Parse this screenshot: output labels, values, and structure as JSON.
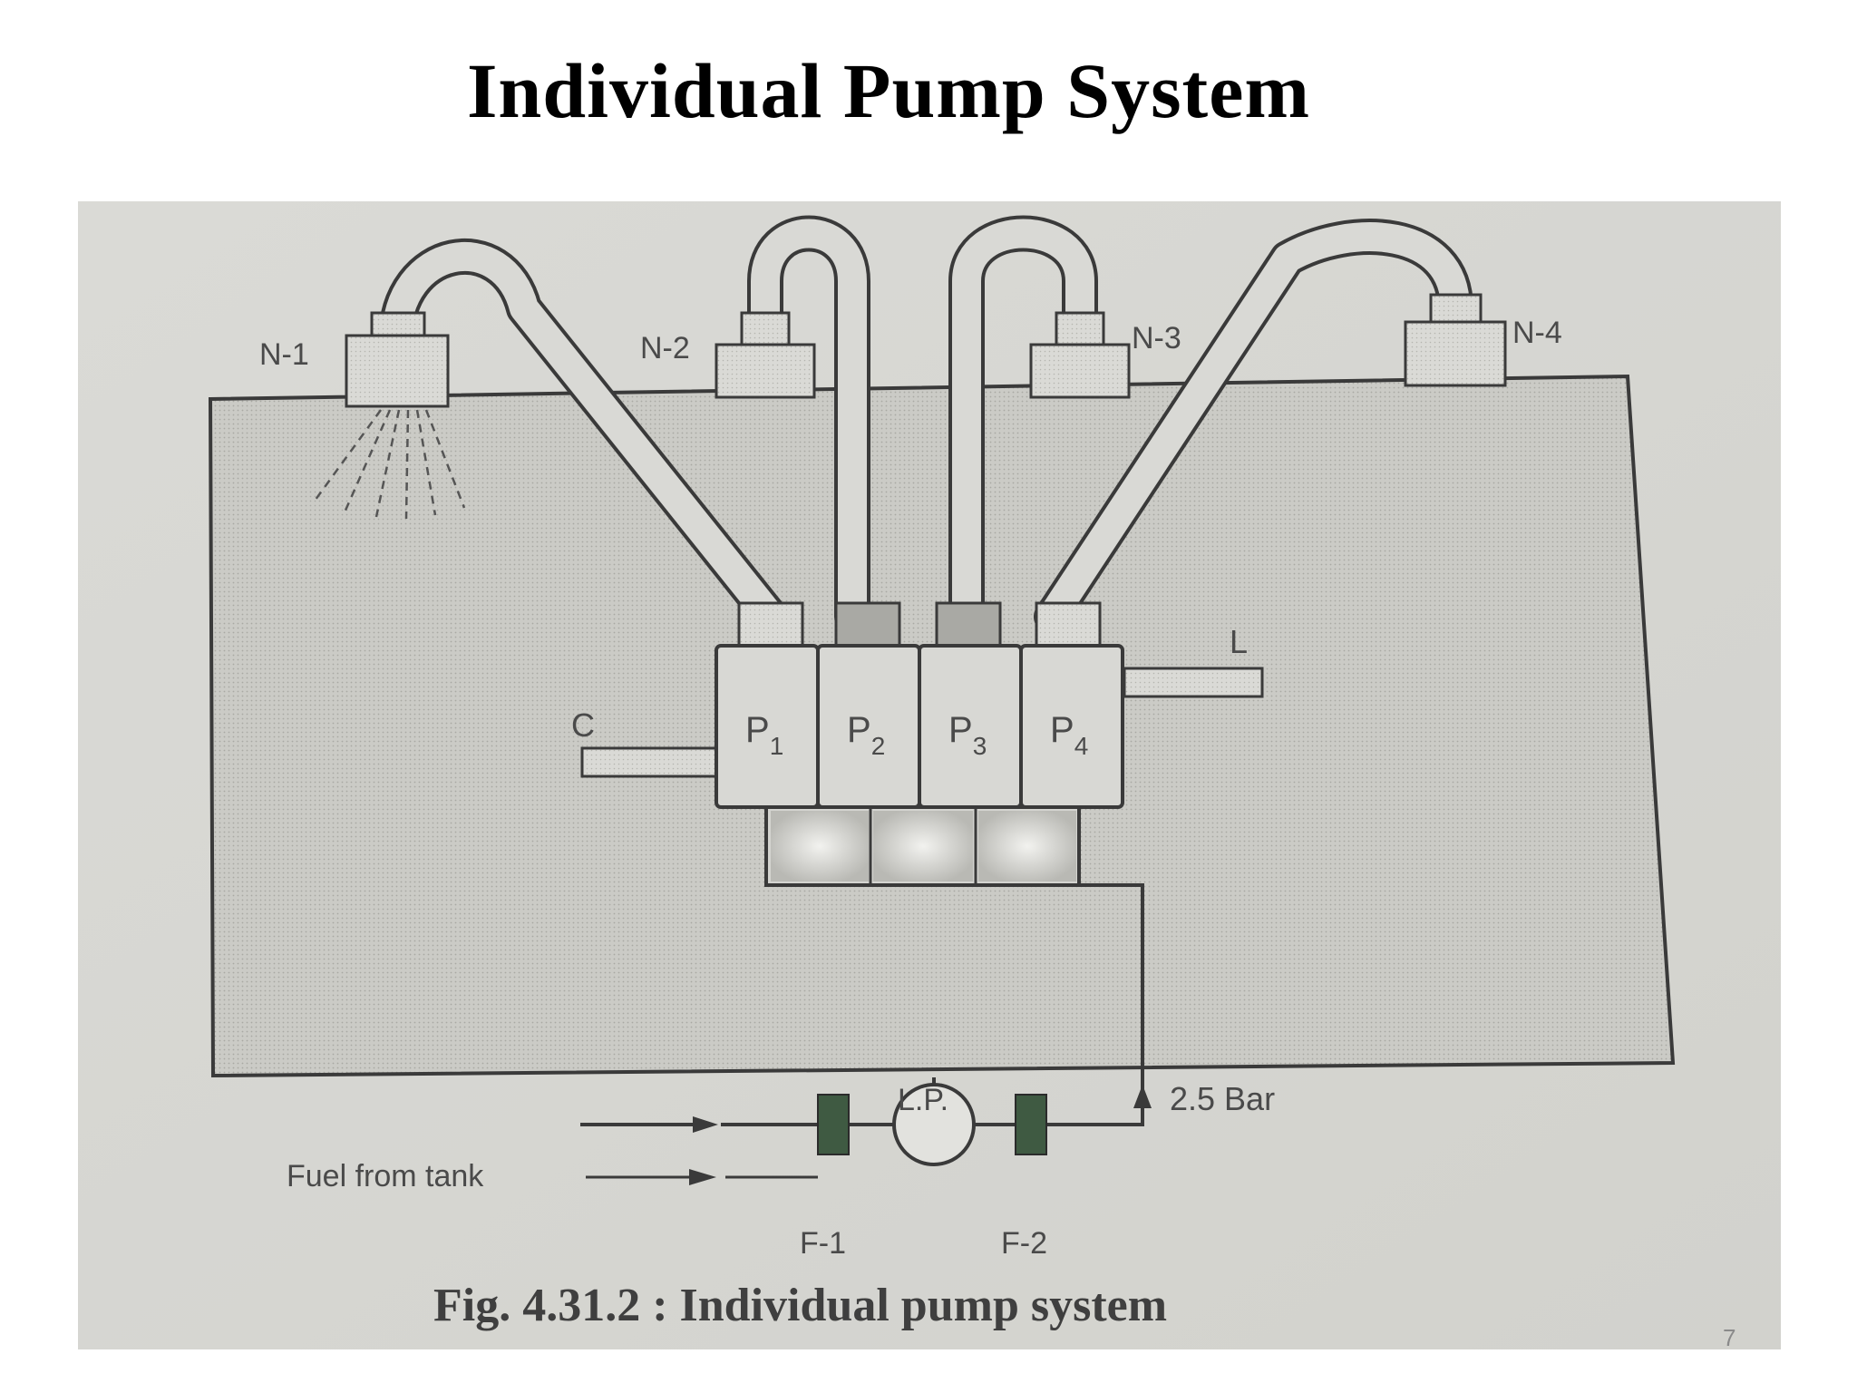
{
  "slide": {
    "title": "Individual Pump System",
    "page_number": "7"
  },
  "diagram": {
    "nozzles": [
      "N-1",
      "N-2",
      "N-3",
      "N-4"
    ],
    "pumps": [
      {
        "letter": "P",
        "sub": "1"
      },
      {
        "letter": "P",
        "sub": "2"
      },
      {
        "letter": "P",
        "sub": "3"
      },
      {
        "letter": "P",
        "sub": "4"
      }
    ],
    "labels": {
      "camshaft": "C",
      "lever": "L",
      "feed_pump": "L.P.",
      "pressure": "2.5 Bar",
      "fuel_in": "Fuel from tank",
      "filter_1": "F-1",
      "filter_2": "F-2"
    },
    "caption": "Fig. 4.31.2 : Individual pump system"
  },
  "colors": {
    "photo_background": "#dcdcd8",
    "engine_block": "#c9c9c4",
    "outline": "#3a3a3a",
    "pipe_fill": "#d6d6d2",
    "filter_fill": "#3f5a42",
    "label_text": "#4a4a4a"
  }
}
